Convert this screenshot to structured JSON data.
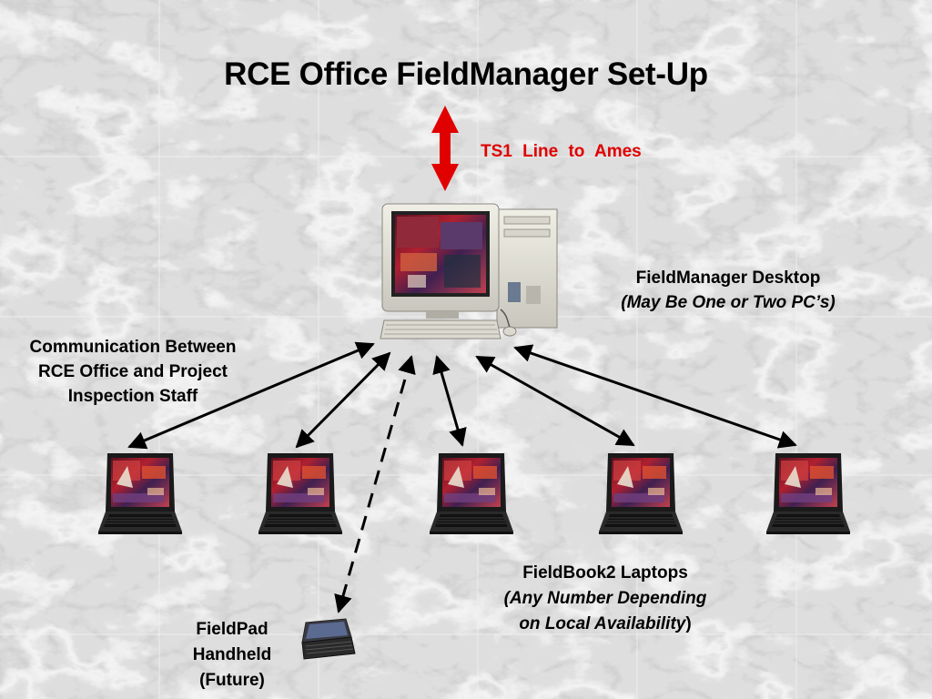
{
  "title": "RCE Office FieldManager Set-Up",
  "uplink_label": "TS1  Line  to  Ames",
  "desktop": {
    "line1": "FieldManager Desktop",
    "line2": "(May Be One or Two PC’s)",
    "icon": "desktop-computer-icon"
  },
  "communication": {
    "line1": "Communication Between",
    "line2": "RCE Office and Project",
    "line3": "Inspection Staff"
  },
  "laptops": {
    "line1": "FieldBook2 Laptops",
    "line2": "(Any Number Depending",
    "line3": "on Local Availability",
    "line3_tail": ")",
    "count": 5,
    "icon": "laptop-icon"
  },
  "handheld": {
    "line1": "FieldPad",
    "line2": "Handheld",
    "line3": "(Future)",
    "icon": "handheld-device-icon"
  },
  "colors": {
    "uplink_arrow": "#e00000",
    "uplink_label": "#e00000",
    "text": "#000000",
    "background": "#e4e4e4"
  }
}
